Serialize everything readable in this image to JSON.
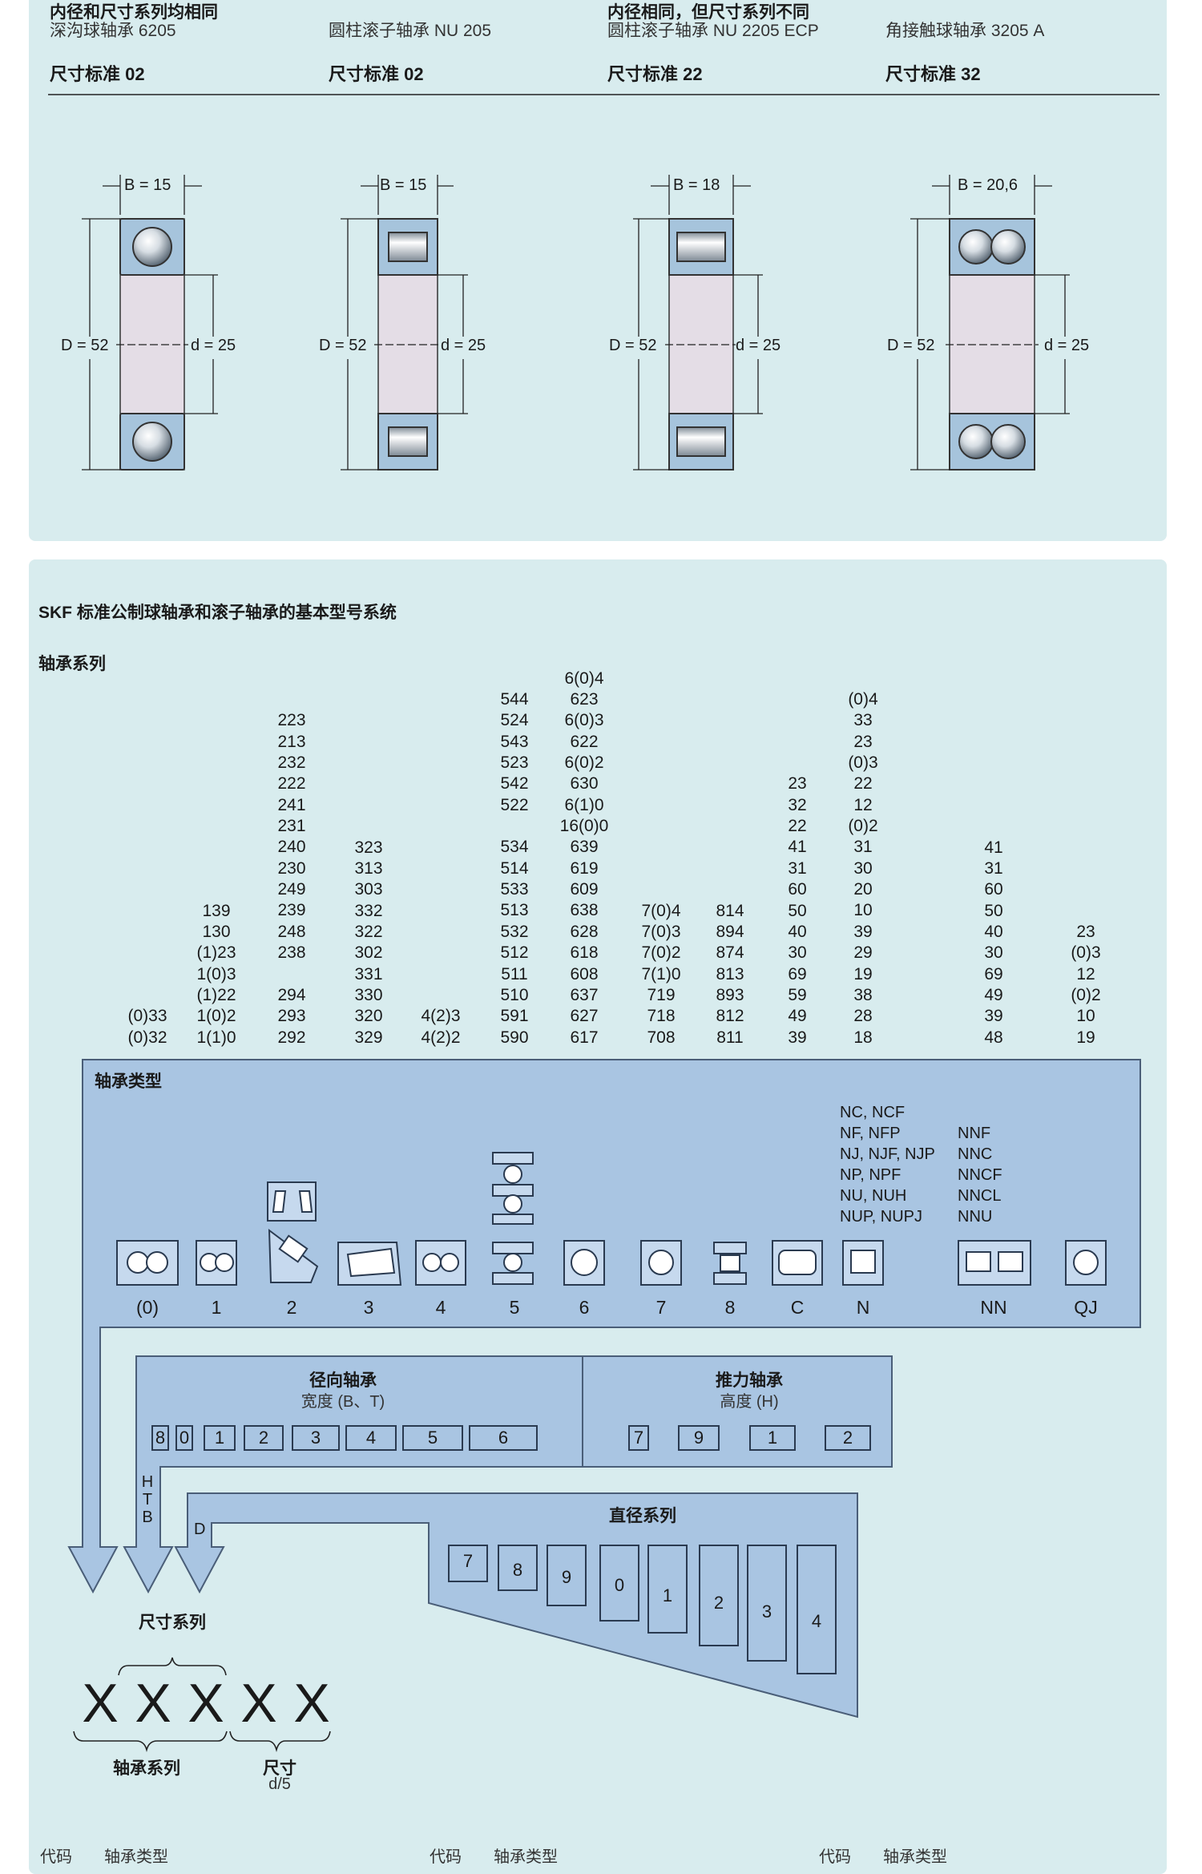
{
  "top": {
    "groups": [
      {
        "title": "内径和尺寸系列均相同",
        "sub": "深沟球轴承 6205"
      },
      {
        "title": "内径相同，但尺寸系列不同",
        "sub": "圆柱滚子轴承 NU 2205 ECP"
      }
    ],
    "subs": [
      "圆柱滚子轴承 NU 205",
      "角接触球轴承 3205 A"
    ],
    "standards": [
      "尺寸标准 02",
      "尺寸标准 02",
      "尺寸标准 22",
      "尺寸标准 32"
    ],
    "bearings": [
      {
        "B": "B = 15",
        "D": "D = 52",
        "d": "d = 25"
      },
      {
        "B": "B = 15",
        "D": "D = 52",
        "d": "d = 25"
      },
      {
        "B": "B = 18",
        "D": "D = 52",
        "d": "d = 25"
      },
      {
        "B": "B = 20,6",
        "D": "D = 52",
        "d": "d = 25"
      }
    ]
  },
  "main": {
    "title": "SKF 标准公制球轴承和滚子轴承的基本型号系统",
    "series_heading": "轴承系列",
    "series_columns": [
      [
        "(0)33",
        "(0)32"
      ],
      [
        "139",
        "130",
        "(1)23",
        "1(0)3",
        "(1)22",
        "1(0)2",
        "1(1)0"
      ],
      [
        "223",
        "213",
        "232",
        "222",
        "241",
        "231",
        "240",
        "230",
        "249",
        "239",
        "248",
        "238",
        "",
        "294",
        "293",
        "292"
      ],
      [
        "323",
        "313",
        "303",
        "332",
        "322",
        "302",
        "331",
        "330",
        "320",
        "329"
      ],
      [
        "4(2)3",
        "4(2)2"
      ],
      [
        "544",
        "524",
        "543",
        "523",
        "542",
        "522",
        "",
        "534",
        "514",
        "533",
        "513",
        "532",
        "512",
        "511",
        "510",
        "591",
        "590"
      ],
      [
        "6(0)4",
        "623",
        "6(0)3",
        "622",
        "6(0)2",
        "630",
        "6(1)0",
        "16(0)0",
        "639",
        "619",
        "609",
        "638",
        "628",
        "618",
        "608",
        "637",
        "627",
        "617"
      ],
      [
        "7(0)4",
        "7(0)3",
        "7(0)2",
        "7(1)0",
        "719",
        "718",
        "708"
      ],
      [
        "814",
        "894",
        "874",
        "813",
        "893",
        "812",
        "811"
      ],
      [
        "23",
        "32",
        "22",
        "41",
        "31",
        "60",
        "50",
        "40",
        "30",
        "69",
        "59",
        "49",
        "39"
      ],
      [
        "(0)4",
        "33",
        "23",
        "(0)3",
        "22",
        "12",
        "(0)2",
        "31",
        "30",
        "20",
        "10",
        "39",
        "29",
        "19",
        "38",
        "28",
        "18"
      ],
      [
        "41",
        "31",
        "60",
        "50",
        "40",
        "30",
        "69",
        "49",
        "39",
        "48"
      ],
      [
        "23",
        "(0)3",
        "12",
        "(0)2",
        "10",
        "19"
      ]
    ],
    "types_heading": "轴承类型",
    "type_codes": [
      "(0)",
      "1",
      "2",
      "3",
      "4",
      "5",
      "6",
      "7",
      "8",
      "C",
      "N",
      "NN",
      "QJ"
    ],
    "n_types": [
      "NC, NCF",
      "NF, NFP",
      "NJ, NJF, NJP",
      "NP, NPF",
      "NU, NUH",
      "NUP, NUPJ"
    ],
    "nn_types": [
      "NNF",
      "NNC",
      "NNCF",
      "NNCL",
      "NNU"
    ],
    "radial": {
      "title": "径向轴承",
      "sub": "宽度 (B、T)",
      "codes": [
        "8",
        "0",
        "1",
        "2",
        "3",
        "4",
        "5",
        "6"
      ]
    },
    "thrust": {
      "title": "推力轴承",
      "sub": "高度 (H)",
      "codes": [
        "7",
        "9",
        "1",
        "2"
      ]
    },
    "htb": [
      "H",
      "T",
      "B"
    ],
    "d_letter": "D",
    "diameter": {
      "title": "直径系列",
      "codes": [
        "7",
        "8",
        "9",
        "0",
        "1",
        "2",
        "3",
        "4"
      ]
    },
    "dim_series": "尺寸系列",
    "xs": [
      "X",
      "X",
      "X",
      "X",
      "X"
    ],
    "bottom_series": "轴承系列",
    "size": {
      "title": "尺寸",
      "sub": "d/5"
    },
    "footer": [
      {
        "code": "代码",
        "type": "轴承类型"
      },
      {
        "code": "代码",
        "type": "轴承类型"
      },
      {
        "code": "代码",
        "type": "轴承类型"
      }
    ]
  }
}
